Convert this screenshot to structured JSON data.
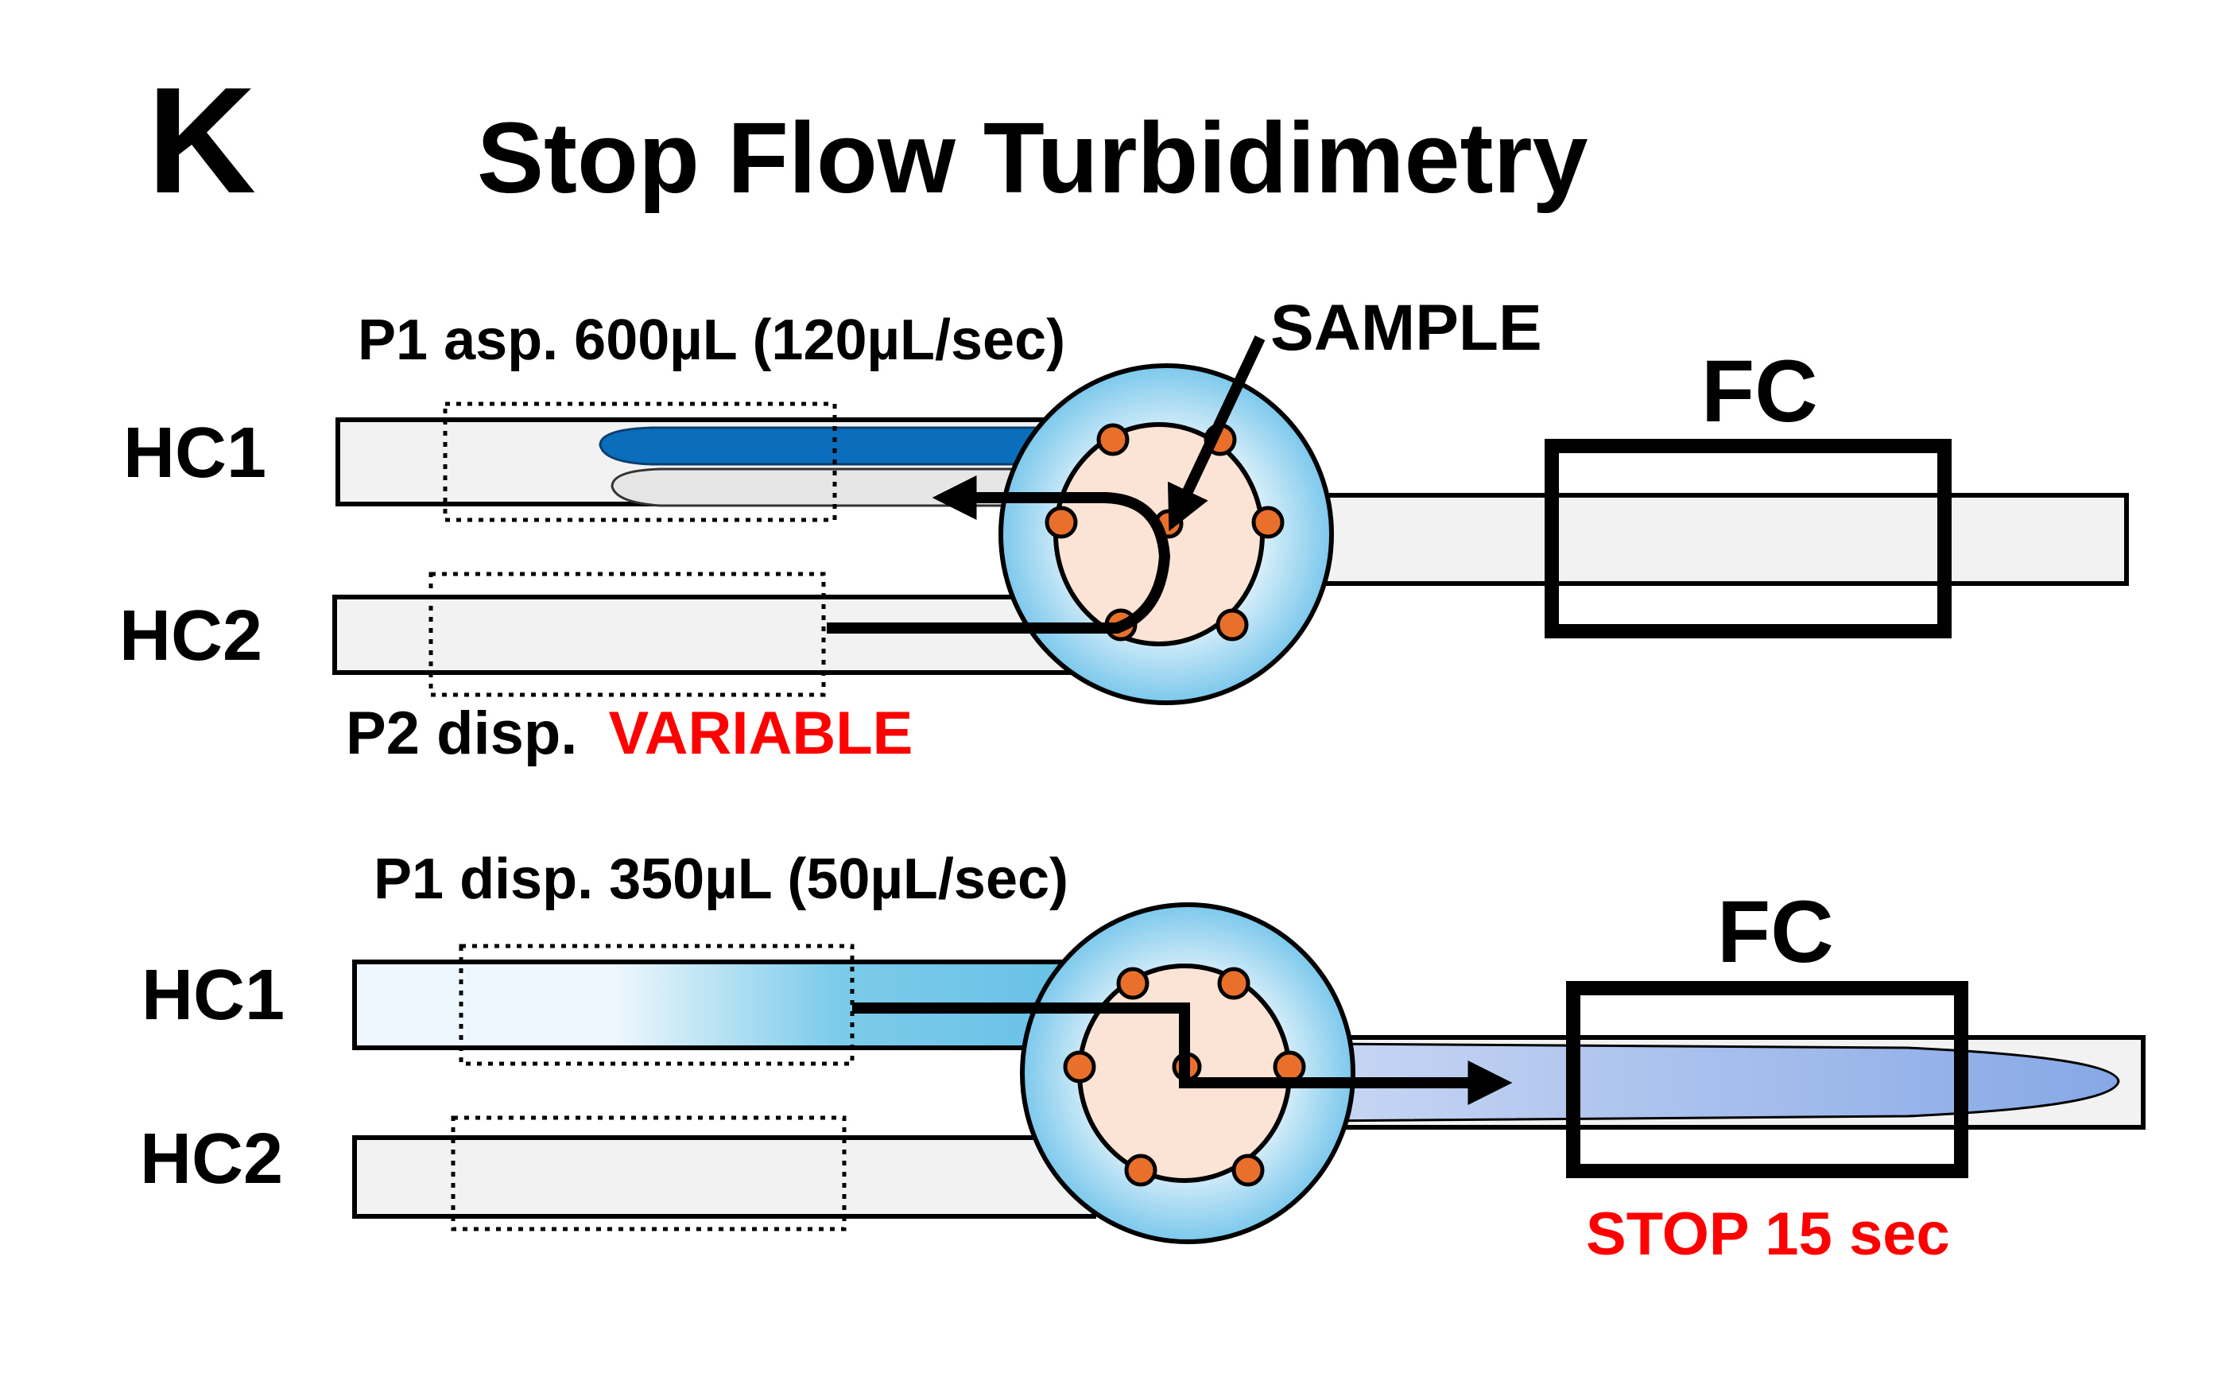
{
  "panel_letter": "K",
  "title": "Stop Flow Turbidimetry",
  "colors": {
    "tube_fill": "#f2f2f2",
    "reagent_blue": "#0a6ebd",
    "valve_outer": "#7cc8ec",
    "valve_inner": "#fbe3d6",
    "port": "#e8702a",
    "flow_blue": "#8fb0e6",
    "hc1_gradient": "#5bbde6",
    "highlight_red": "#ff0000"
  },
  "top_panel": {
    "p1_label": "P1 asp. 600µL (120µL/sec)",
    "sample_label": "SAMPLE",
    "fc_label": "FC",
    "hc1_label": "HC1",
    "hc2_label": "HC2",
    "p2_label_prefix": "P2 disp.",
    "p2_label_value": "VARIABLE"
  },
  "bottom_panel": {
    "p1_label": "P1 disp. 350µL (50µL/sec)",
    "fc_label": "FC",
    "hc1_label": "HC1",
    "hc2_label": "HC2",
    "stop_label": "STOP 15 sec"
  }
}
